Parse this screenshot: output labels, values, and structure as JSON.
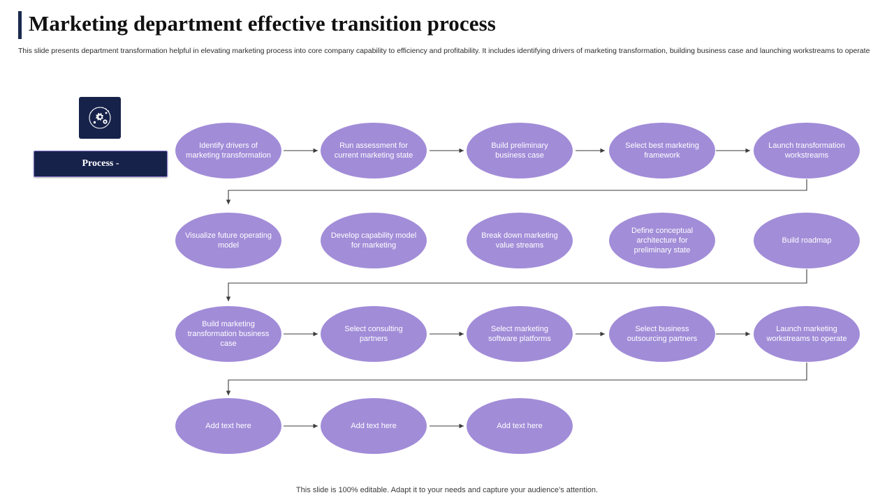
{
  "header": {
    "title": "Marketing department effective transition process",
    "subtitle": "This slide presents department transformation helpful in elevating marketing process into core company capability to efficiency and profitability. It includes identifying drivers of marketing transformation, building business case and launching workstreams to operate"
  },
  "badge": {
    "icon": "gear-network-icon",
    "label": "Process -"
  },
  "colors": {
    "accent_navy": "#16224a",
    "node_purple": "#a18cd8",
    "arrow": "#3b3b3b"
  },
  "diagram": {
    "type": "process-flow",
    "rows": [
      {
        "row": 1,
        "nodes": [
          "Identify drivers of marketing transformation",
          "Run assessment for current marketing state",
          "Build preliminary business case",
          "Select best marketing framework",
          "Launch transformation workstreams"
        ]
      },
      {
        "row": 2,
        "nodes": [
          "Visualize future operating model",
          "Develop capability model for marketing",
          "Break down marketing value streams",
          "Define conceptual architecture for preliminary state",
          "Build roadmap"
        ]
      },
      {
        "row": 3,
        "nodes": [
          "Build marketing transformation business case",
          "Select consulting partners",
          "Select marketing software platforms",
          "Select business outsourcing partners",
          "Launch marketing workstreams to operate"
        ]
      },
      {
        "row": 4,
        "nodes": [
          "Add text here",
          "Add text here",
          "Add text here"
        ]
      }
    ]
  },
  "footer": {
    "note": "This slide is 100% editable. Adapt it to your needs and capture your audience’s attention."
  }
}
